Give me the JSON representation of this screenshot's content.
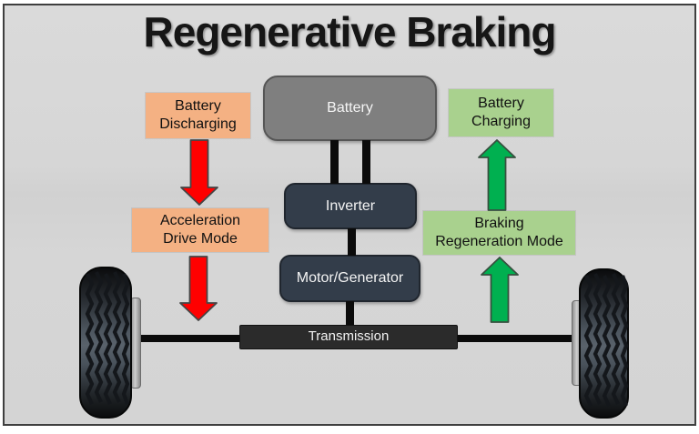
{
  "title": "Regenerative Braking",
  "components": {
    "battery": "Battery",
    "inverter": "Inverter",
    "motor_generator": "Motor/Generator",
    "transmission": "Transmission"
  },
  "discharge_path": {
    "battery_discharging": "Battery\nDischarging",
    "acceleration_drive_mode": "Acceleration\nDrive Mode"
  },
  "regeneration_path": {
    "battery_charging": "Battery\nCharging",
    "braking_regeneration_mode": "Braking\nRegeneration Mode"
  },
  "icons": {
    "discharge_arrow": "red-arrow-down",
    "regeneration_arrow": "green-arrow-up",
    "wheel": "tire-tread-view"
  },
  "colors": {
    "background": "#d6d6d6",
    "panel_border": "#3f3f3f",
    "battery_fill": "#7f7f7f",
    "component_fill": "#333d4a",
    "transmission_fill": "#2b2b2b",
    "discharge_box_fill": "#f4b183",
    "charge_box_fill": "#a9d18e",
    "red_arrow": "#ff0000",
    "green_arrow": "#00b050"
  }
}
